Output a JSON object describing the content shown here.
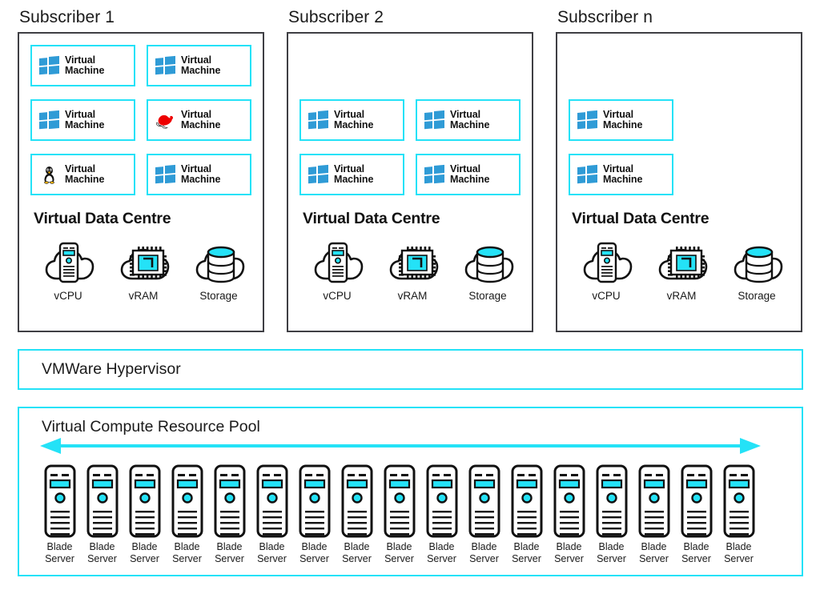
{
  "colors": {
    "cyan": "#24e2f7",
    "panel_border": "#3f3f44",
    "windows_blue": "#2f9bd6",
    "redhat_red": "#ee0000",
    "text": "#1a1a1a",
    "background": "#ffffff"
  },
  "vm_label_line1": "Virtual",
  "vm_label_line2": "Machine",
  "subscribers": [
    {
      "title": "Subscriber 1",
      "vdc_title": "Virtual Data Centre",
      "vm_rows": [
        [
          {
            "os": "windows"
          },
          {
            "os": "windows"
          }
        ],
        [
          {
            "os": "windows"
          },
          {
            "os": "redhat"
          }
        ],
        [
          {
            "os": "linux"
          },
          {
            "os": "windows"
          }
        ]
      ],
      "resources": [
        {
          "icon": "vcpu-cloud-icon",
          "label": "vCPU"
        },
        {
          "icon": "vram-cloud-icon",
          "label": "vRAM"
        },
        {
          "icon": "storage-cloud-icon",
          "label": "Storage"
        }
      ]
    },
    {
      "title": "Subscriber 2",
      "vdc_title": "Virtual Data Centre",
      "vm_rows": [
        [
          {
            "os": "empty"
          },
          {
            "os": "empty"
          }
        ],
        [
          {
            "os": "windows"
          },
          {
            "os": "windows"
          }
        ],
        [
          {
            "os": "windows"
          },
          {
            "os": "windows"
          }
        ]
      ],
      "resources": [
        {
          "icon": "vcpu-cloud-icon",
          "label": "vCPU"
        },
        {
          "icon": "vram-cloud-icon",
          "label": "vRAM"
        },
        {
          "icon": "storage-cloud-icon",
          "label": "Storage"
        }
      ]
    },
    {
      "title": "Subscriber n",
      "vdc_title": "Virtual Data Centre",
      "vm_rows": [
        [
          {
            "os": "empty"
          },
          {
            "os": "empty"
          }
        ],
        [
          {
            "os": "windows"
          },
          {
            "os": "empty"
          }
        ],
        [
          {
            "os": "windows"
          },
          {
            "os": "empty"
          }
        ]
      ],
      "resources": [
        {
          "icon": "vcpu-cloud-icon",
          "label": "vCPU"
        },
        {
          "icon": "vram-cloud-icon",
          "label": "vRAM"
        },
        {
          "icon": "storage-cloud-icon",
          "label": "Storage"
        }
      ]
    }
  ],
  "hypervisor": {
    "label": "VMWare Hypervisor"
  },
  "resource_pool": {
    "title": "Virtual Compute Resource Pool",
    "arrow_icon": "double-headed-arrow-icon",
    "blade_count": 17,
    "blade_label_line1": "Blade",
    "blade_label_line2": "Server"
  }
}
